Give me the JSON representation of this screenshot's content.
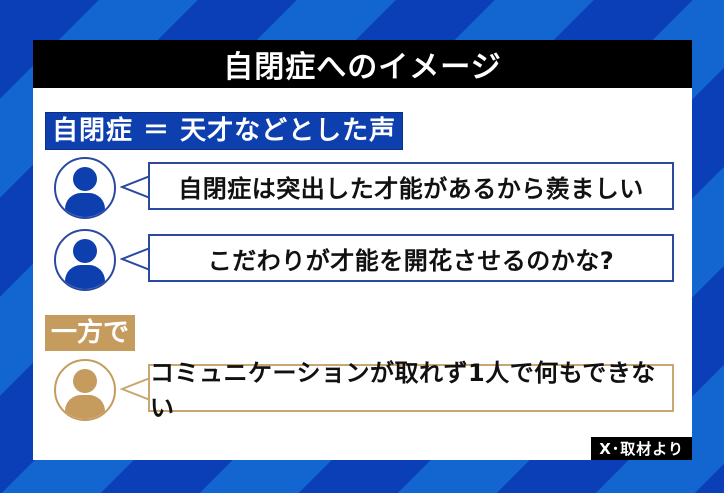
{
  "title": "自閉症へのイメージ",
  "section_talent": {
    "label": "自閉症 ＝ 天才などとした声",
    "color": "#0d3fae",
    "comments": [
      {
        "avatar_icon": "person-icon",
        "text": "自閉症は突出した才能があるから羨ましい"
      },
      {
        "avatar_icon": "person-icon",
        "text": "こだわりが才能を開花させるのかな?"
      }
    ]
  },
  "section_other": {
    "label": "一方で",
    "color": "#c59c5e",
    "comments": [
      {
        "avatar_icon": "person-icon",
        "text": "コミュニケーションが取れず1人で何もできない"
      }
    ]
  },
  "credit": "X･取材より"
}
